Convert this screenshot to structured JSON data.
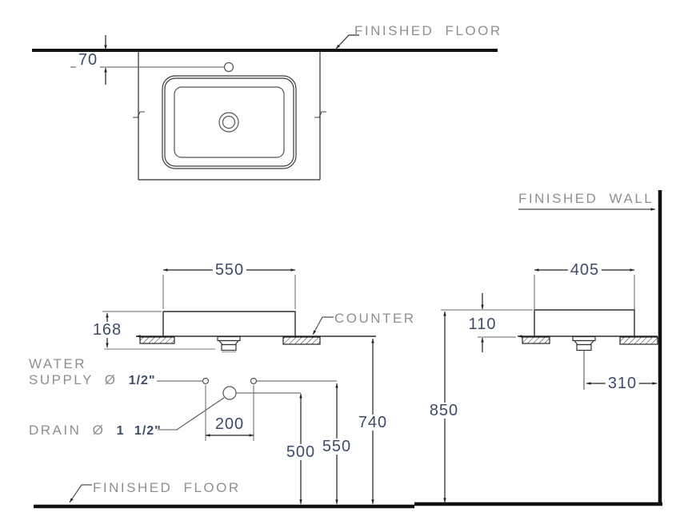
{
  "colors": {
    "dimension_text": "#3e4c68",
    "label_text": "#8f8f8f",
    "line": "#2e2e2e",
    "thick_line": "#111111"
  },
  "drawing": {
    "plan": {
      "finished_floor": "FINISHED FLOOR",
      "dim_offset": "70"
    },
    "front": {
      "dim_width": "550",
      "dim_rim_height": "168",
      "counter": "COUNTER",
      "water_supply_line1": "WATER",
      "water_supply_line2": "SUPPLY Ø",
      "water_supply_size": "1/2\"",
      "drain_prefix": "DRAIN Ø",
      "drain_size": "1 1/2\"",
      "dim_supply_spacing": "200",
      "dim_drain_height": "500",
      "dim_supply_height": "550",
      "dim_counter_height": "740",
      "finished_floor": "FINISHED FLOOR"
    },
    "side": {
      "finished_wall": "FINISHED WALL",
      "dim_depth": "405",
      "dim_rim_height": "110",
      "dim_drain_offset": "310",
      "dim_total_height": "850"
    }
  }
}
